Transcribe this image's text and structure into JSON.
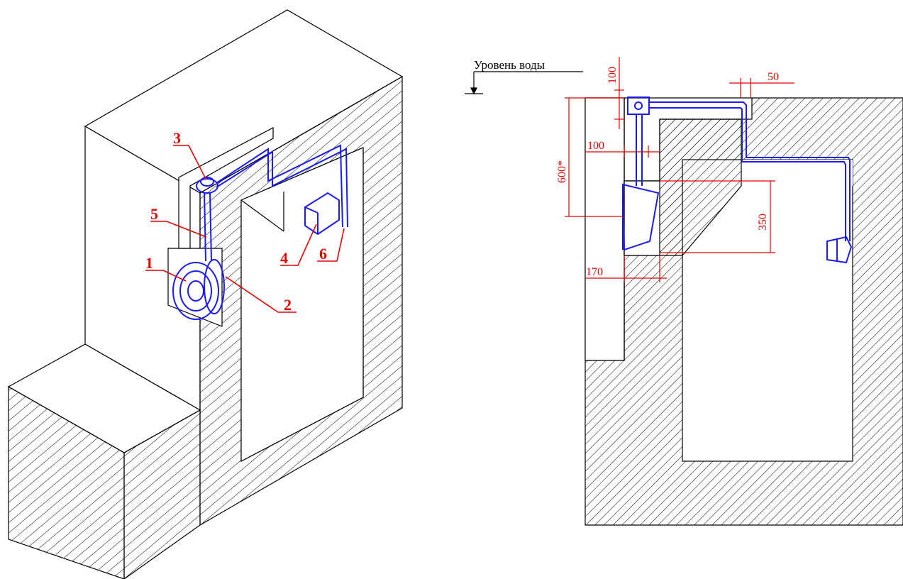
{
  "colors": {
    "outline": "#000000",
    "equipment": "#1a1aff",
    "callout": "#ee0000",
    "dimension": "#ee0000",
    "background": "#ffffff"
  },
  "callouts": {
    "c1": "1",
    "c2": "2",
    "c3": "3",
    "c4": "4",
    "c5": "5",
    "c6": "6"
  },
  "section": {
    "water_level_label": "Уровень воды",
    "dim_100_top": "100",
    "dim_50": "50",
    "dim_600": "600*",
    "dim_100_mid": "100",
    "dim_350": "350",
    "dim_170": "170"
  }
}
